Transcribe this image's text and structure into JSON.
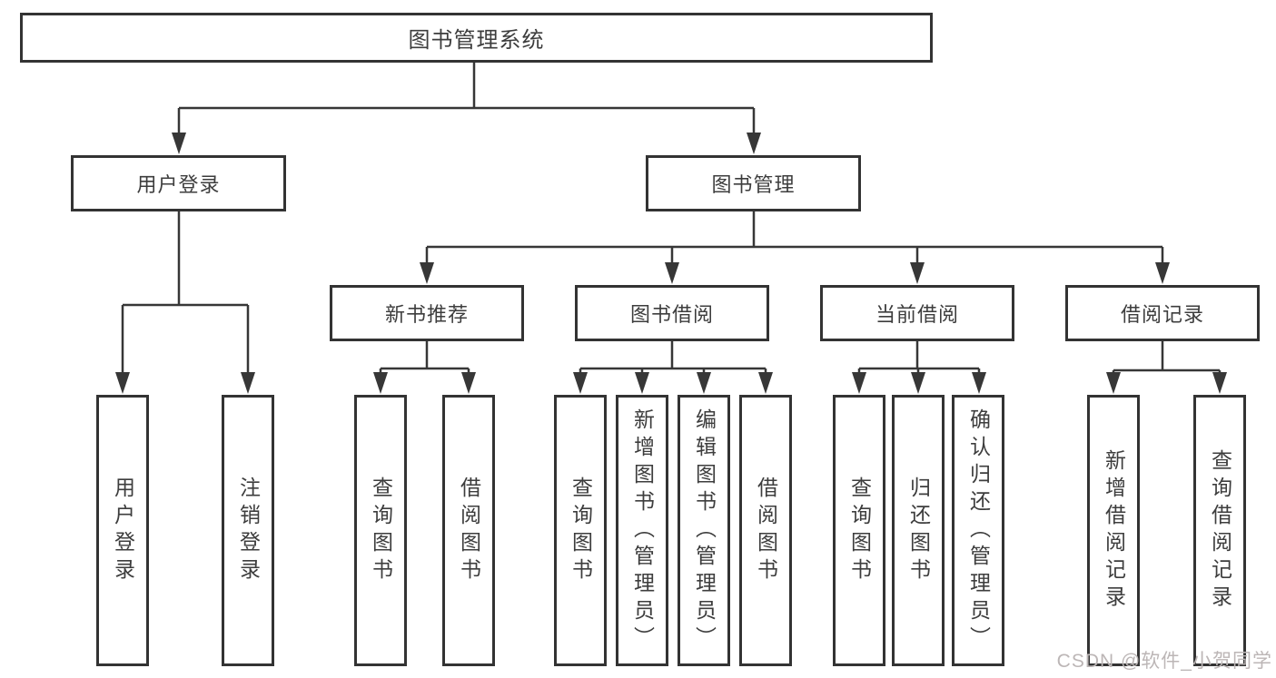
{
  "diagram": {
    "root": {
      "label": "图书管理系统"
    },
    "level2": [
      {
        "label": "用户登录"
      },
      {
        "label": "图书管理"
      }
    ],
    "level3": [
      {
        "label": "新书推荐"
      },
      {
        "label": "图书借阅"
      },
      {
        "label": "当前借阅"
      },
      {
        "label": "借阅记录"
      }
    ],
    "leaves": [
      {
        "label": "用户登录"
      },
      {
        "label": "注销登录"
      },
      {
        "label": "查询图书"
      },
      {
        "label": "借阅图书"
      },
      {
        "label": "查询图书"
      },
      {
        "label": "新增图书（管理员）"
      },
      {
        "label": "编辑图书（管理员）"
      },
      {
        "label": "借阅图书"
      },
      {
        "label": "查询图书"
      },
      {
        "label": "归还图书"
      },
      {
        "label": "确认归还（管理员）"
      },
      {
        "label": "新增借阅记录"
      },
      {
        "label": "查询借阅记录"
      }
    ]
  },
  "watermark": {
    "text": "CSDN @软件_小贺同学"
  },
  "colors": {
    "line": "#373737",
    "border": "#333333",
    "text": "#3d3d3d",
    "watermark": "#bcb6b6",
    "background": "#ffffff"
  }
}
